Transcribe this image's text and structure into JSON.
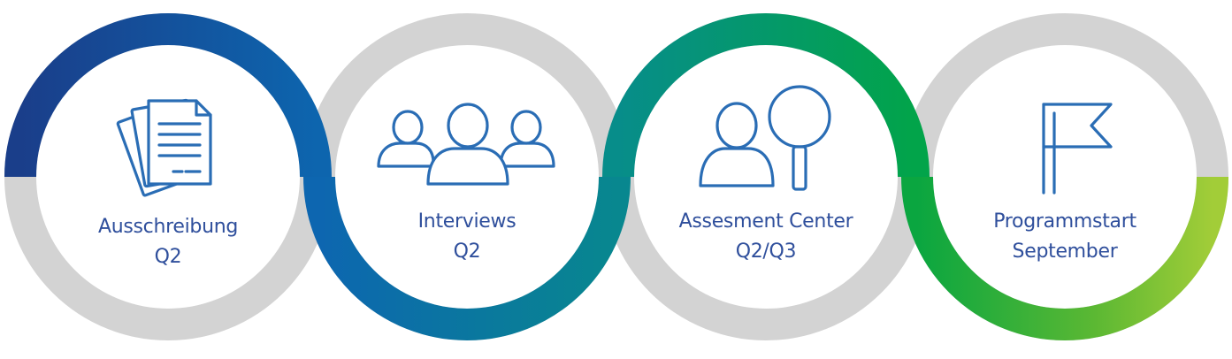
{
  "steps": [
    {
      "title": "Ausschreibung",
      "timing": "Q2",
      "icon": "documents-icon"
    },
    {
      "title": "Interviews",
      "timing": "Q2",
      "icon": "people-group-icon"
    },
    {
      "title": "Assesment Center",
      "timing": "Q2/Q3",
      "icon": "person-magnifier-icon"
    },
    {
      "title": "Programmstart",
      "timing": "September",
      "icon": "flag-icon"
    }
  ],
  "colors": {
    "ring_gray": "#d3d3d3",
    "icon_blue": "#2a6db5",
    "text_blue": "#2f4f9c",
    "navy": "#1a3e8a",
    "blue": "#0c66b0",
    "teal": "#05918a",
    "green": "#00a04a",
    "lime": "#9ccb3a"
  }
}
